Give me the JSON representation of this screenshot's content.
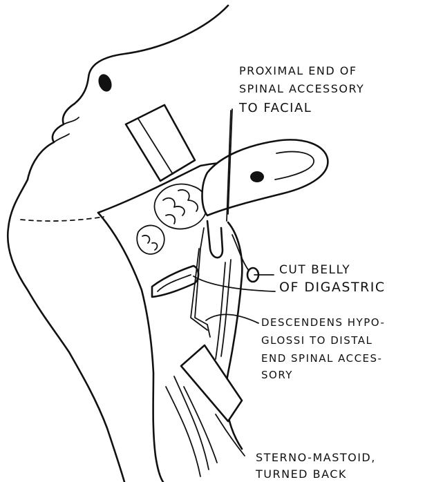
{
  "labels": {
    "proximal": [
      "PROXIMAL END OF",
      "SPINAL ACCESSORY",
      "TO FACIAL"
    ],
    "digastric": [
      "CUT BELLY",
      "OF DIGASTRIC"
    ],
    "descendens": [
      "DESCENDENS HYPO-",
      "GLOSSI TO DISTAL",
      "END SPINAL ACCES-",
      "SORY"
    ],
    "sternomastoid": [
      "STERNO-MASTOID,",
      "TURNED BACK"
    ]
  },
  "colors": {
    "ink": "#111111",
    "paper": "#ffffff"
  }
}
